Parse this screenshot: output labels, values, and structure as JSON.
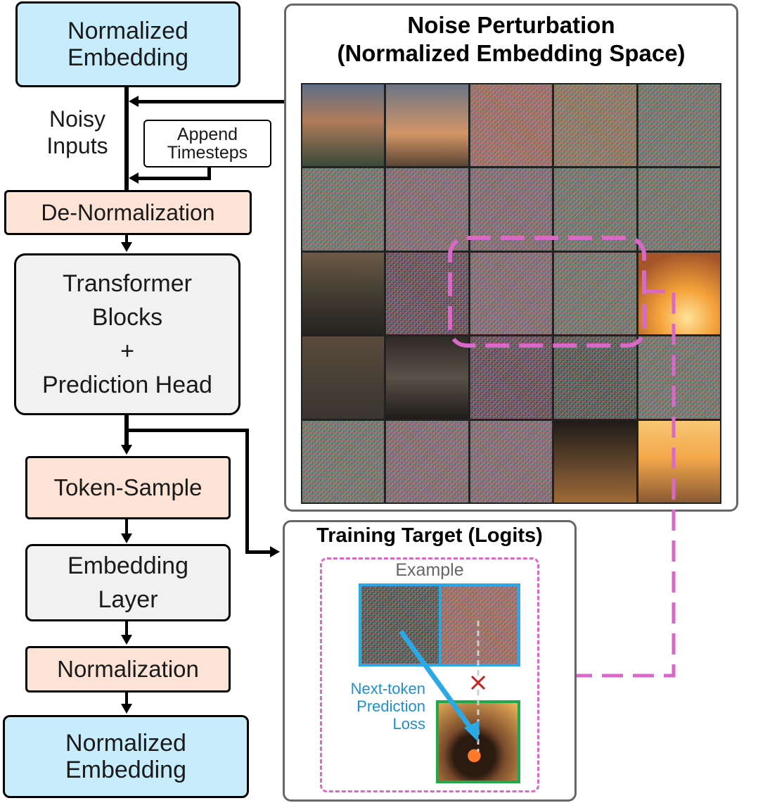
{
  "flow": {
    "top_embedding": [
      "Normalized",
      "Embedding"
    ],
    "noisy_inputs": [
      "Noisy",
      "Inputs"
    ],
    "append_timesteps": [
      "Append",
      "Timesteps"
    ],
    "denormalization": "De-Normalization",
    "transformer": [
      "Transformer",
      "Blocks",
      "+",
      "Prediction Head"
    ],
    "token_sample": "Token-Sample",
    "embedding_layer": [
      "Embedding",
      "Layer"
    ],
    "normalization": "Normalization",
    "bottom_embedding": [
      "Normalized",
      "Embedding"
    ]
  },
  "noise_panel": {
    "title": [
      "Noise Perturbation",
      "(Normalized Embedding Space)"
    ]
  },
  "target_panel": {
    "title": "Training Target (Logits)",
    "example_label": "Example",
    "loss_label": [
      "Next-token",
      "Prediction",
      "Loss"
    ]
  },
  "colors": {
    "embedding_fill": "#c7ecfb",
    "norm_fill": "#fde3d6",
    "block_fill": "#f1f1f1",
    "highlight": "#d968c8",
    "loss_arrow": "#2aa9e6",
    "target_border": "#20a84a",
    "example_border": "#2aa9e6",
    "cross": "#cc1f1f"
  }
}
